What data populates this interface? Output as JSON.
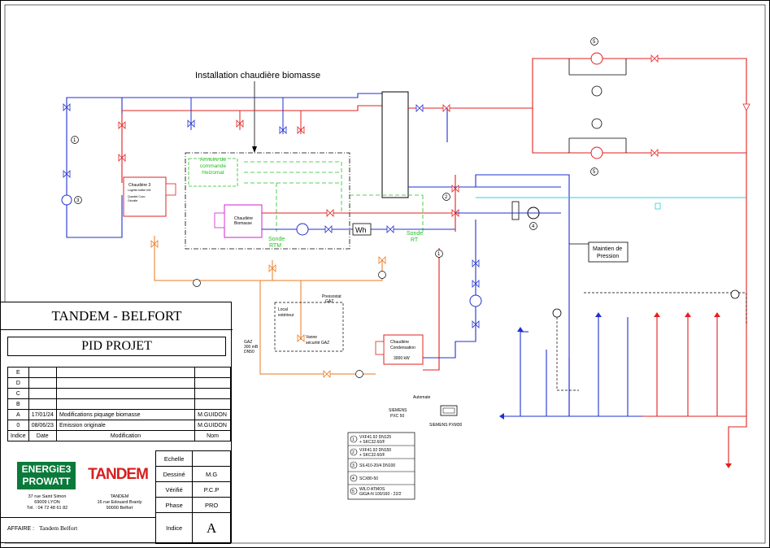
{
  "diagram": {
    "title": "Installation chaudière biomasse",
    "panel_label": "Armoire de commande Heizomat",
    "boiler3": {
      "line1": "Chaudière 3",
      "line2": "Logette boîtier kW",
      "line3": "Quantel Coco",
      "line4": "Géunite"
    },
    "biomass": {
      "line1": "Chaudière",
      "line2": "Biomasse"
    },
    "condensing": {
      "line1": "Chaudière",
      "line2": "Condensation",
      "line3": "3000 kW"
    },
    "sonde_rtm": {
      "line1": "Sonde",
      "line2": "RTM"
    },
    "sonde_rt": {
      "line1": "Sonde",
      "line2": "RT"
    },
    "wh": "Wh",
    "maintien": {
      "line1": "Maintien de",
      "line2": "Pression"
    },
    "pressostat": {
      "line1": "Pressostat",
      "line2": "GAZ"
    },
    "local": {
      "line1": "Local",
      "line2": "extérieur"
    },
    "vanne": {
      "line1": "Vanne",
      "line2": "sécurité GAZ"
    },
    "gaz": {
      "line1": "GAZ",
      "line2": "300 mB",
      "line3": "DN50"
    },
    "automate": {
      "label": "Automate",
      "siemens1": "SIEMENS",
      "siemens2": "PXC 50",
      "siemens3": "SIEMENS PXM30"
    },
    "legend": [
      {
        "num": "1",
        "line1": "VXF41.92 DN125",
        "line2": "+ SKC32.60/F"
      },
      {
        "num": "2",
        "line1": "VXF41.92 DN150",
        "line2": "+ SKC32.60/F"
      },
      {
        "num": "3",
        "line1": "SIL410-20/4 DN100",
        "line2": ""
      },
      {
        "num": "4",
        "line1": "SCX80-50",
        "line2": ""
      },
      {
        "num": "5",
        "line1": "WILO ATMOS",
        "line2": "GIGA-N 100/160 - 22/2"
      }
    ],
    "markers": {
      "m1": "1",
      "m2": "2",
      "m3": "3",
      "m4": "4",
      "m5": "5"
    }
  },
  "title_block": {
    "company": "TANDEM - BELFORT",
    "project": "PID PROJET",
    "revisions": [
      {
        "index": "E",
        "date": "",
        "modification": "",
        "nom": ""
      },
      {
        "index": "D",
        "date": "",
        "modification": "",
        "nom": ""
      },
      {
        "index": "C",
        "date": "",
        "modification": "",
        "nom": ""
      },
      {
        "index": "B",
        "date": "",
        "modification": "",
        "nom": ""
      },
      {
        "index": "A",
        "date": "17/01/24",
        "modification": "Modifications piquage biomasse",
        "nom": "M.GUIDON"
      },
      {
        "index": "0",
        "date": "08/06/23",
        "modification": "Emission originale",
        "nom": "M.GUIDON"
      }
    ],
    "rev_headers": {
      "index": "Indice",
      "date": "Date",
      "modification": "Modification",
      "nom": "Nom"
    },
    "logo_energie_1": "ENERGiE3",
    "logo_energie_2": "PROWATT",
    "logo_tandem": "TANDEM",
    "addr_energie": {
      "l1": "37 rue Saint Simon",
      "l2": "69009 LYON",
      "l3": "Tél. : 04 72 48 61 82"
    },
    "addr_tandem": {
      "l1": "TANDEM",
      "l2": "16 rue Edouard Branly",
      "l3": "90000 Belfort"
    },
    "meta": [
      {
        "key": "Echelle",
        "value": ""
      },
      {
        "key": "Dessiné",
        "value": "M.G"
      },
      {
        "key": "Vérifié",
        "value": "P.C.P"
      },
      {
        "key": "Phase",
        "value": "PRO"
      }
    ],
    "indice_label": "Indice",
    "indice_value": "A",
    "affaire_label": "AFFAIRE :",
    "affaire_value": "Tandem Belfort"
  },
  "colors": {
    "supply": "#e02020",
    "return": "#2030d0",
    "gas": "#e87a20",
    "control": "#22c022",
    "cyan": "#22d0e0",
    "magenta": "#d020d0"
  }
}
